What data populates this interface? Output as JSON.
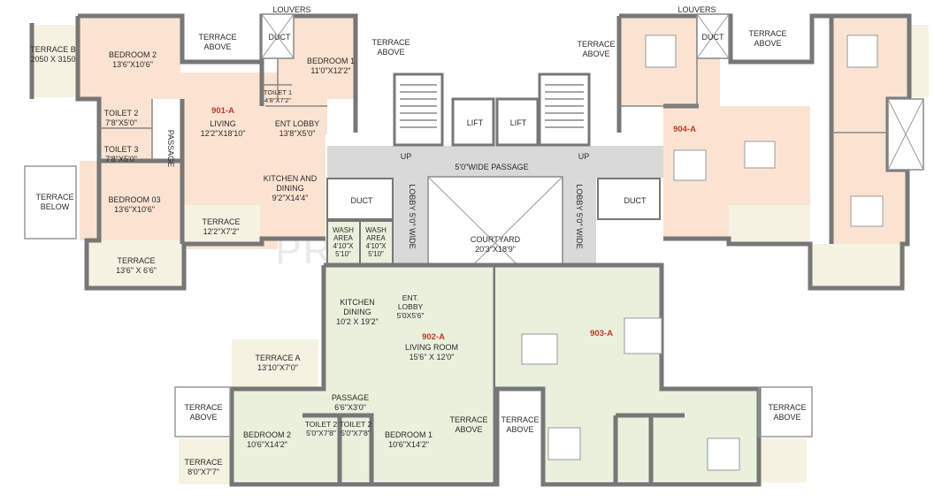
{
  "watermark": "PROPTIGER",
  "colors": {
    "unit_peach": "#fbe3d2",
    "unit_green": "#e9f0dc",
    "common": "#d9d9d9",
    "terrace": "#f6f2e2",
    "wall": "#7a7a7a",
    "unit_label": "#c0392b"
  },
  "units": [
    {
      "id": "901",
      "label": "901-A"
    },
    {
      "id": "902",
      "label": "902-A"
    },
    {
      "id": "903",
      "label": "903-A"
    },
    {
      "id": "904",
      "label": "904-A"
    }
  ],
  "rooms": {
    "terrace_b": [
      "TERRACE B",
      "2050 X 3150"
    ],
    "bedroom2_901": [
      "BEDROOM 2",
      "13'6\"X10'6\""
    ],
    "terrace_above_1": [
      "TERRACE",
      "ABOVE"
    ],
    "louvers_1": [
      "LOUVERS"
    ],
    "duct_1": [
      "DUCT"
    ],
    "bedroom1_901": [
      "BEDROOM 1",
      "11'0\"X12'2\""
    ],
    "terrace_above_2": [
      "TERRACE",
      "ABOVE"
    ],
    "toilet1_901": [
      "TOILET 1",
      "4'8\"X7'2\""
    ],
    "toilet2_901": [
      "TOILET 2",
      "7'8\"X5'0\""
    ],
    "toilet3_901": [
      "TOILET 3",
      "7'8\"X5'0\""
    ],
    "passage_901": [
      "PASSAGE"
    ],
    "living_901": [
      "LIVING",
      "12'2\"X18'10\""
    ],
    "ent_lobby_901": [
      "ENT LOBBY",
      "13'8\"X5'0\""
    ],
    "kitchen_901": [
      "KITCHEN AND",
      "DINING",
      "9'2\"X14'4\""
    ],
    "terrace_below": [
      "TERRACE",
      "BELOW"
    ],
    "bedroom3_901": [
      "BEDROOM  03",
      "13'6\"X10'6\""
    ],
    "terrace_901": [
      "TERRACE",
      "12'2\"X7'2\""
    ],
    "terrace_901b": [
      "TERRACE",
      "13'6\" X 6'6\""
    ],
    "lift_1": [
      "LIFT"
    ],
    "lift_2": [
      "LIFT"
    ],
    "up_1": [
      "UP"
    ],
    "up_2": [
      "UP"
    ],
    "passage_main": [
      "5'0\"WIDE PASSAGE"
    ],
    "duct_2": [
      "DUCT"
    ],
    "duct_3": [
      "DUCT"
    ],
    "wash1": [
      "WASH",
      "AREA",
      "4'10\"X",
      "5'10\""
    ],
    "wash2": [
      "WASH",
      "AREA",
      "4'10\"X",
      "5'10\""
    ],
    "lobby_left": [
      "LOBBY 5'0\" WIDE"
    ],
    "lobby_right": [
      "LOBBY 5'0\" WIDE"
    ],
    "courtyard": [
      "COURTYARD",
      "20'3\"X18'9\""
    ],
    "louvers_2": [
      "LOUVERS"
    ],
    "duct_4": [
      "DUCT"
    ],
    "terrace_above_3": [
      "TERRACE",
      "ABOVE"
    ],
    "terrace_above_4": [
      "TERRACE",
      "ABOVE"
    ],
    "kitchen_902": [
      "KITCHEN",
      "DINING",
      "10'2 X 19'2\""
    ],
    "ent_lobby_902": [
      "ENT.",
      "LOBBY",
      "5'0X5'6\""
    ],
    "living_902": [
      "LIVING ROOM",
      "15'6\" X 12'0\""
    ],
    "terrace_a": [
      "TERRACE A",
      "13'10\"X7'0\""
    ],
    "passage_902": [
      "PASSAGE",
      "6'6\"X3'0\""
    ],
    "terrace_above_5": [
      "TERRACE",
      "ABOVE"
    ],
    "bedroom2_902": [
      "BEDROOM 2",
      "10'6\"X14'2\""
    ],
    "toilet2_902a": [
      "TOILET 2",
      "5'0\"X7'8\""
    ],
    "toilet2_902b": [
      "TOILET 2",
      "5'0\"X7'8\""
    ],
    "bedroom1_902": [
      "BEDROOM 1",
      "10'6\"X14'2\""
    ],
    "terrace_above_6": [
      "TERRACE",
      "ABOVE"
    ],
    "terrace_above_7": [
      "TERRACE",
      "ABOVE"
    ],
    "terrace_above_8": [
      "TERRACE",
      "ABOVE"
    ],
    "terrace_902": [
      "TERRACE",
      "8'0\"X7'7\""
    ]
  }
}
